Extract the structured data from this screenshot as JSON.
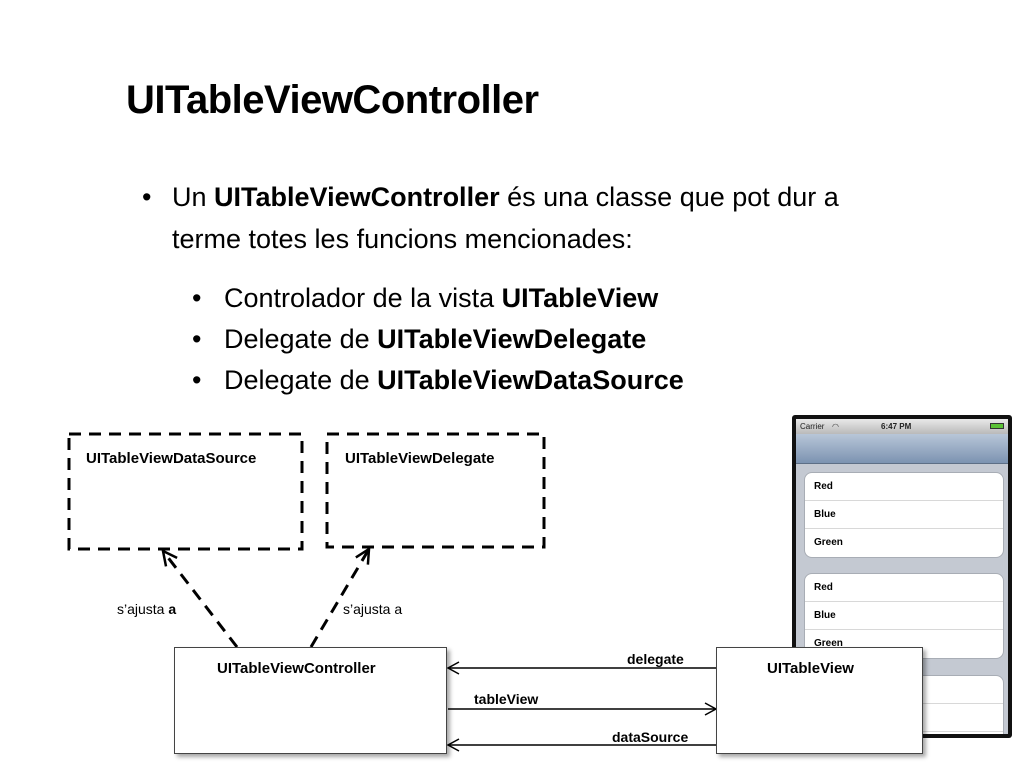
{
  "title": "UITableViewController",
  "bullet1": {
    "prefix": "Un ",
    "bold": "UITableViewController",
    "line1_rest": " és una classe que pot dur a",
    "line2": "terme totes les funcions mencionades:"
  },
  "subbullets": [
    {
      "text": "Controlador de la vista ",
      "bold": "UITableView"
    },
    {
      "text": "Delegate de ",
      "bold": "UITableViewDelegate"
    },
    {
      "text": "Delegate de ",
      "bold": "UITableViewDataSource"
    }
  ],
  "diagram": {
    "datasource_box": "UITableViewDataSource",
    "delegate_box": "UITableViewDelegate",
    "controller_box": "UITableViewController",
    "tableview_box": "UITableView",
    "conform_left": "s’ajusta ",
    "conform_left_bold": "a",
    "conform_right": "s’ajusta a",
    "arrow_delegate": "delegate",
    "arrow_tableview": "tableView",
    "arrow_datasource": "dataSource"
  },
  "phone": {
    "carrier": "Carrier",
    "time": "6:47 PM",
    "groups": [
      [
        "Red",
        "Blue",
        "Green"
      ],
      [
        "Red",
        "Blue",
        "Green"
      ]
    ]
  },
  "icons": [
    "wifi-icon",
    "battery-icon"
  ]
}
